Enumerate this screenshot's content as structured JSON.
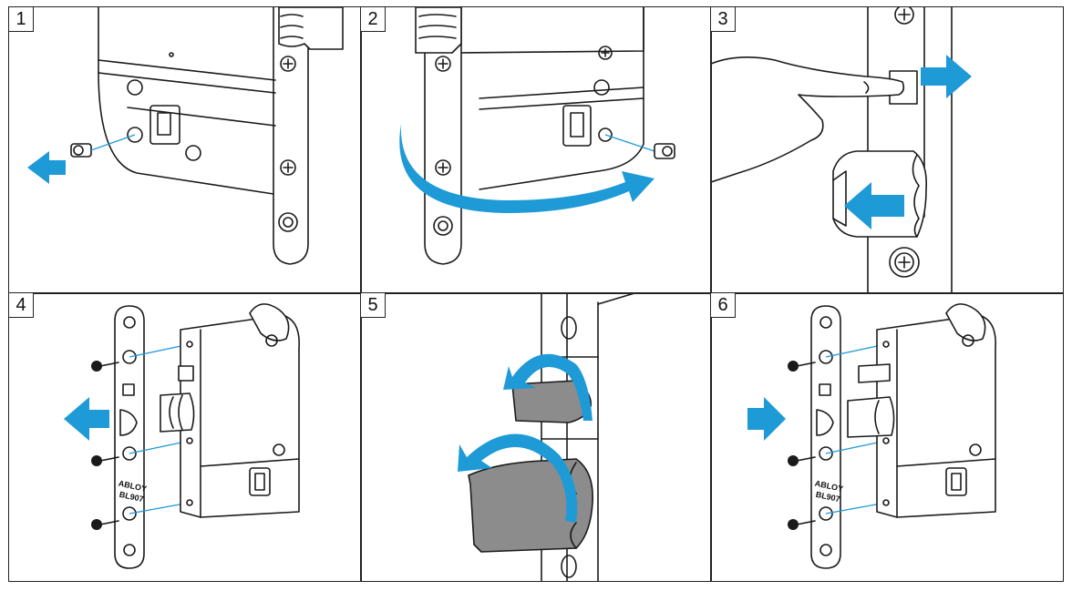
{
  "steps": [
    {
      "number": "1"
    },
    {
      "number": "2"
    },
    {
      "number": "3"
    },
    {
      "number": "4",
      "plate_text_1": "ABLOY",
      "plate_text_2": "BL907"
    },
    {
      "number": "5"
    },
    {
      "number": "6",
      "plate_text_1": "ABLOY",
      "plate_text_2": "BL907"
    }
  ],
  "colors": {
    "arrow": "#1e9ad6",
    "line": "#1a1a1a",
    "fill_dark": "#8c8c8c"
  }
}
